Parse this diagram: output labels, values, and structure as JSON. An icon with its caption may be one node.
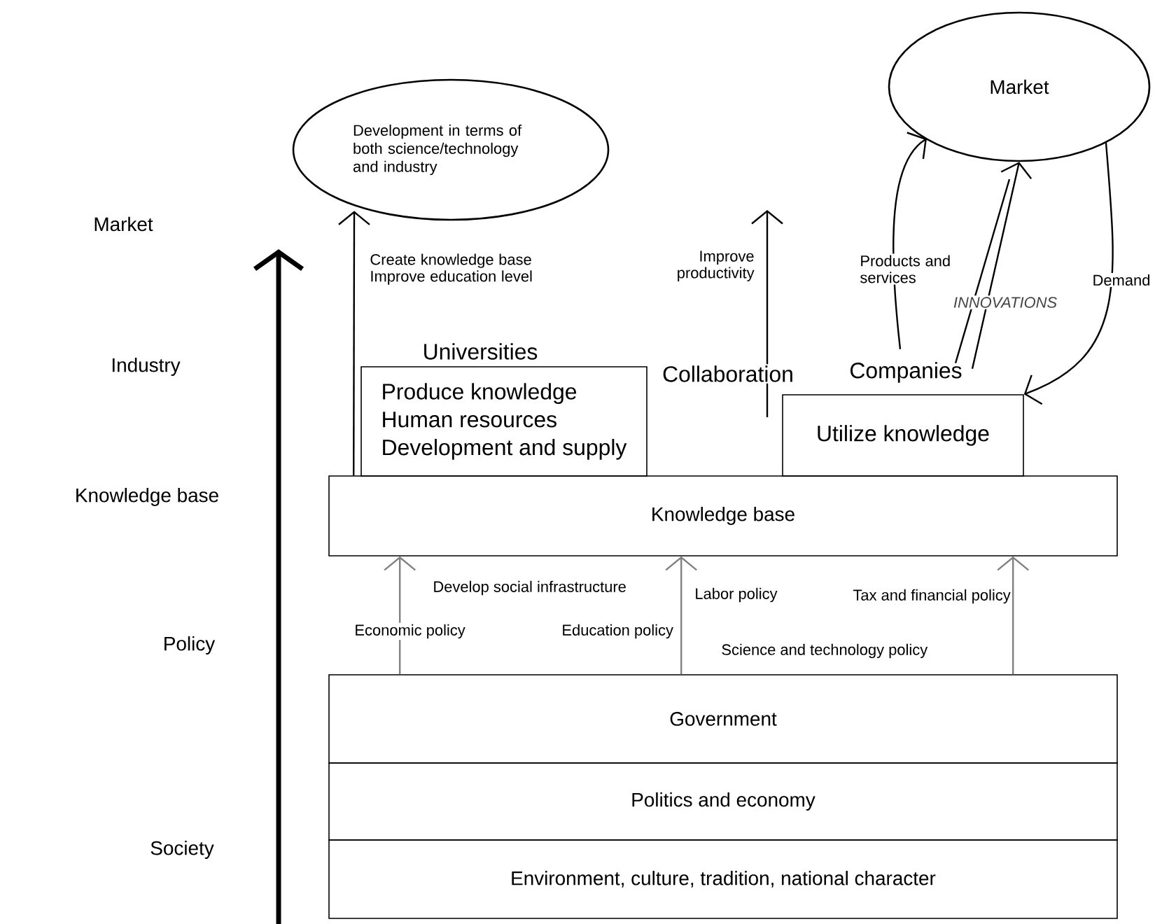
{
  "diagram": {
    "nodes": [
      {
        "text": [
          "Development in terms of both science/technology and industry"
        ]
      },
      {
        "text": [
          "Market"
        ]
      },
      {
        "text": [
          "Universities",
          "Produce knowledge",
          "Human resources",
          "Development and supply"
        ]
      },
      {
        "text": [
          "Companies",
          "Utilize knowledge"
        ]
      },
      {
        "text": [
          "Knowledge base"
        ]
      },
      {
        "text": [
          "Government"
        ]
      },
      {
        "text": [
          "Politics and economy"
        ]
      },
      {
        "text": [
          "Environment, culture, tradition, national character"
        ]
      }
    ],
    "edges": [
      {
        "from": 4,
        "to": 0,
        "arrow": "to",
        "label": "Create knowledge base Improve education level"
      },
      {
        "from": 3,
        "to": 1,
        "arrow": "to",
        "label": "Products and services"
      },
      {
        "from": 3,
        "to": 1,
        "arrow": "to",
        "label": "INNOVATIONS"
      },
      {
        "from": 1,
        "to": 3,
        "arrow": "to",
        "label": "Demand"
      },
      {
        "from": 5,
        "to": 4,
        "arrow": "to",
        "color": "#808080"
      },
      {
        "from": 5,
        "to": 4,
        "arrow": "to",
        "color": "#808080"
      },
      {
        "from": 5,
        "to": 4,
        "arrow": "to",
        "color": "#808080"
      }
    ],
    "labels": [
      "Market",
      "Industry",
      "Collaboration",
      "Improve productivity",
      "Knowledge base",
      "Develop social infrastructure",
      "Labor policy",
      "Tax and financial policy",
      "Policy",
      "Economic policy",
      "Education policy",
      "Science and technology policy",
      "Society"
    ]
  }
}
